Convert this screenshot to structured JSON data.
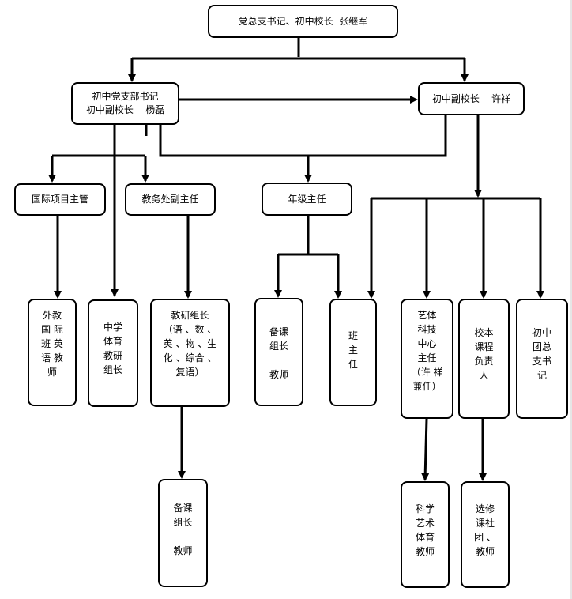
{
  "nodes": {
    "root": "党总支书记、初中校长  张继军",
    "party_secretary": "初中党支部书记\n初中副校长    杨磊",
    "vice_principal": "初中副校长    许祥",
    "intl_manager": "国际项目主管",
    "academic_deputy": "教务处副主任",
    "grade_director": "年级主任",
    "intl_teachers": "外教\n国 际\n班 英\n语 教\n师",
    "pe_group": "中学\n体育\n教研\n组长",
    "research_leader": "教研组长\n（语 、数 、\n英 、物 、生\n化 、综合 、\n复语）",
    "lesson_prep_a": "备课\n组长\n\n教师",
    "head_teacher": "班\n主\n任",
    "art_sci_center": "艺体\n科技\n中心\n主任\n（许 祥\n兼任）",
    "curriculum_owner": "校本\n课程\n负责\n人",
    "youth_league": "初中\n团总\n支书\n记",
    "lesson_prep_b": "备课\n组长\n\n教师",
    "sci_art_pe_teachers": "科学\n艺术\n体育\n教师",
    "elective_teachers": "选修\n课社\n团 、\n教师"
  },
  "colors": {
    "line": "#000000",
    "border": "#000000",
    "fill": "#ffffff"
  }
}
